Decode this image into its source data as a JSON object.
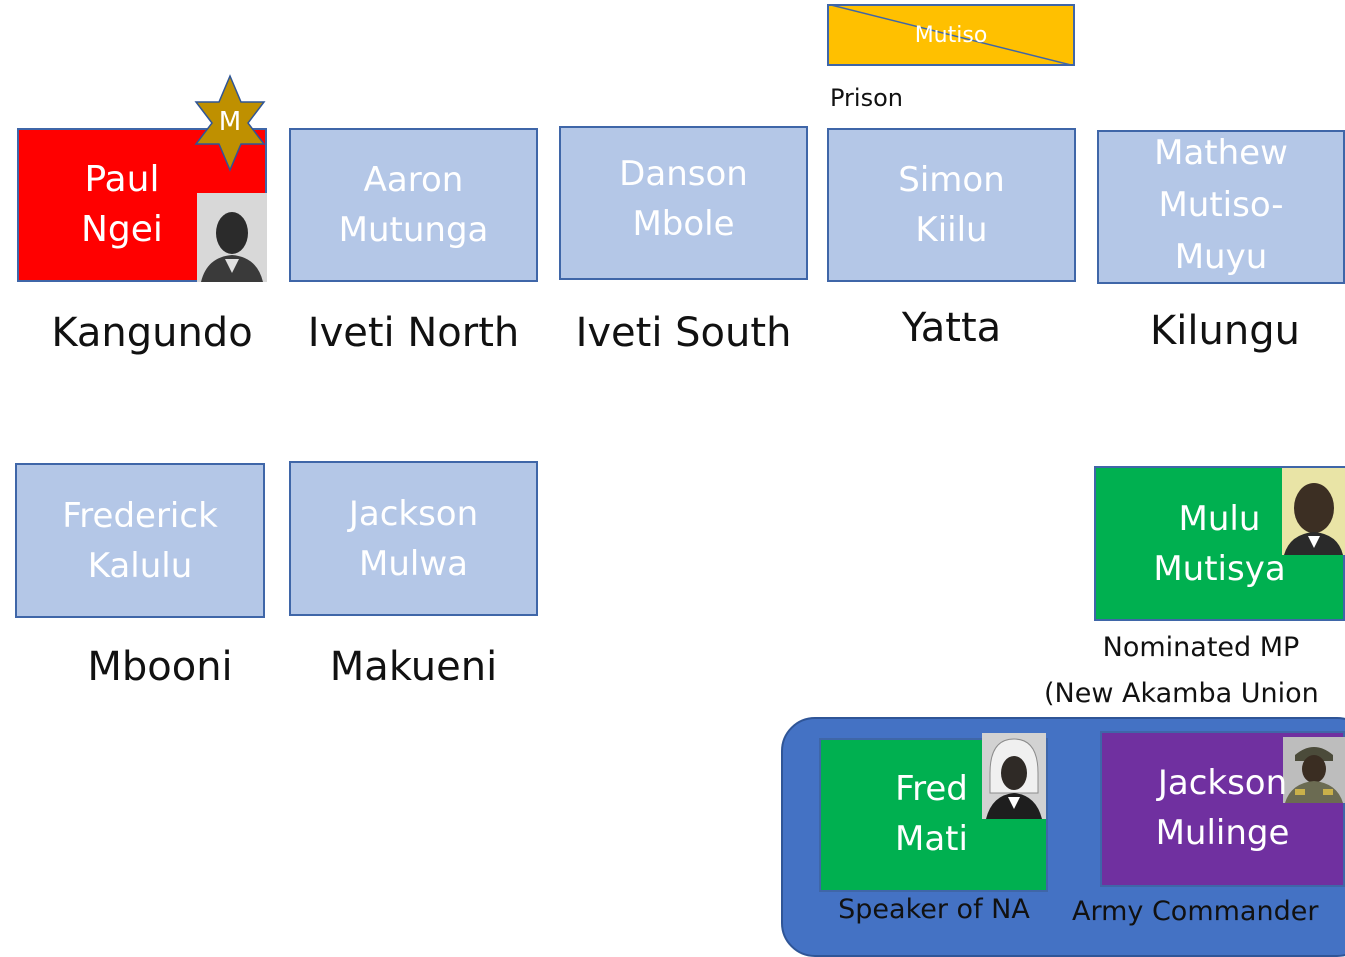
{
  "mutiso_box": {
    "label": "Mutiso"
  },
  "prison_label": "Prison",
  "star_badge": {
    "letter": "M",
    "color": "#bf9000"
  },
  "constituencies": [
    {
      "name": "Paul\nNgei",
      "place": "Kangundo",
      "color": "#ff0000"
    },
    {
      "name": "Aaron\nMutunga",
      "place": "Iveti North",
      "color": "#b4c7e7"
    },
    {
      "name": "Danson\nMbole",
      "place": "Iveti South",
      "color": "#b4c7e7"
    },
    {
      "name": "Simon\nKiilu",
      "place": "Yatta",
      "color": "#b4c7e7"
    },
    {
      "name": "Mathew\nMutiso-\nMuyu",
      "place": "Kilungu",
      "color": "#b4c7e7"
    },
    {
      "name": "Frederick\nKalulu",
      "place": "Mbooni",
      "color": "#b4c7e7"
    },
    {
      "name": "Jackson\nMulwa",
      "place": "Makueni",
      "color": "#b4c7e7"
    }
  ],
  "nominated": {
    "name": "Mulu\nMutisya",
    "role_line1": "Nominated MP",
    "role_line2": "(New Akamba Union",
    "color": "#00b050"
  },
  "officials": [
    {
      "name": "Fred\nMati",
      "role": "Speaker of NA",
      "color": "#00b050"
    },
    {
      "name": "Jackson\nMulinge",
      "role": "Army Commander",
      "color": "#7030a0"
    }
  ],
  "group_color": "#4472c4"
}
